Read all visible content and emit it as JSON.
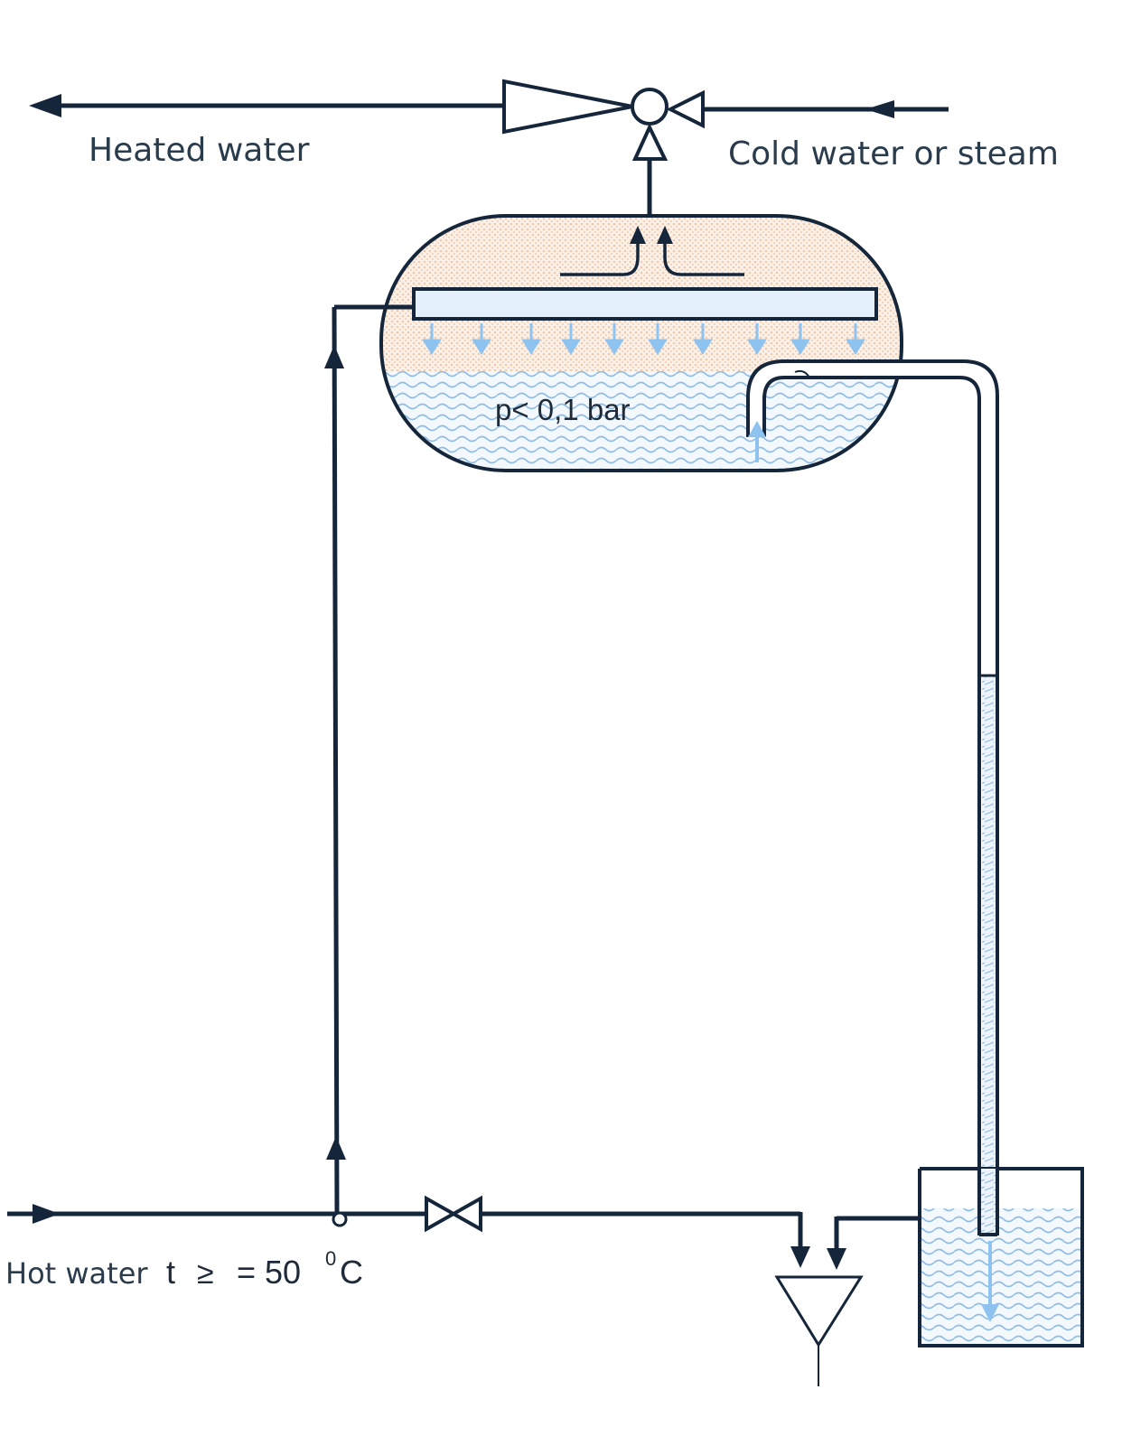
{
  "labels": {
    "heated_water": "Heated water",
    "cold_water_or_steam": "Cold water or steam",
    "pressure": "p< 0,1 bar",
    "hot_water_prefix": "Hot water",
    "hot_water_t": "t",
    "hot_water_geq": "≥",
    "hot_water_value": "= 50",
    "hot_water_degree": "0",
    "hot_water_unit": "C"
  },
  "colors": {
    "line": "#16263a",
    "water": "#8fbce6",
    "water_fill": "#eef5fc",
    "vapor": "#f3d9c4",
    "spray": "#8fc3ef"
  },
  "icons": [
    "arrow-left-icon",
    "arrow-right-icon",
    "arrow-up-icon",
    "arrow-down-icon",
    "nozzle-icon",
    "valve-icon",
    "funnel-icon"
  ]
}
